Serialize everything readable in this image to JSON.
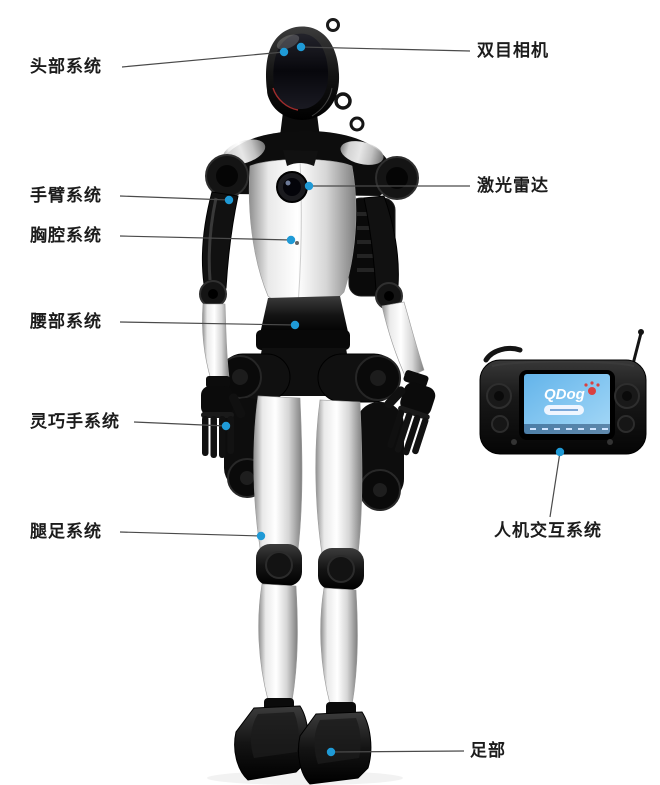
{
  "diagram": {
    "labels": {
      "head": "头部系统",
      "arm": "手臂系统",
      "chest": "胸腔系统",
      "waist": "腰部系统",
      "hand": "灵巧手系统",
      "leg": "腿足系统",
      "camera": "双目相机",
      "lidar": "激光雷达",
      "hmi": "人机交互系统",
      "foot": "足部"
    },
    "controller": {
      "brand": "QDog"
    },
    "colors": {
      "anchor_dot": "#1f9ad6",
      "leader_line": "#4a4a4a",
      "accent_red": "#d94040"
    }
  }
}
